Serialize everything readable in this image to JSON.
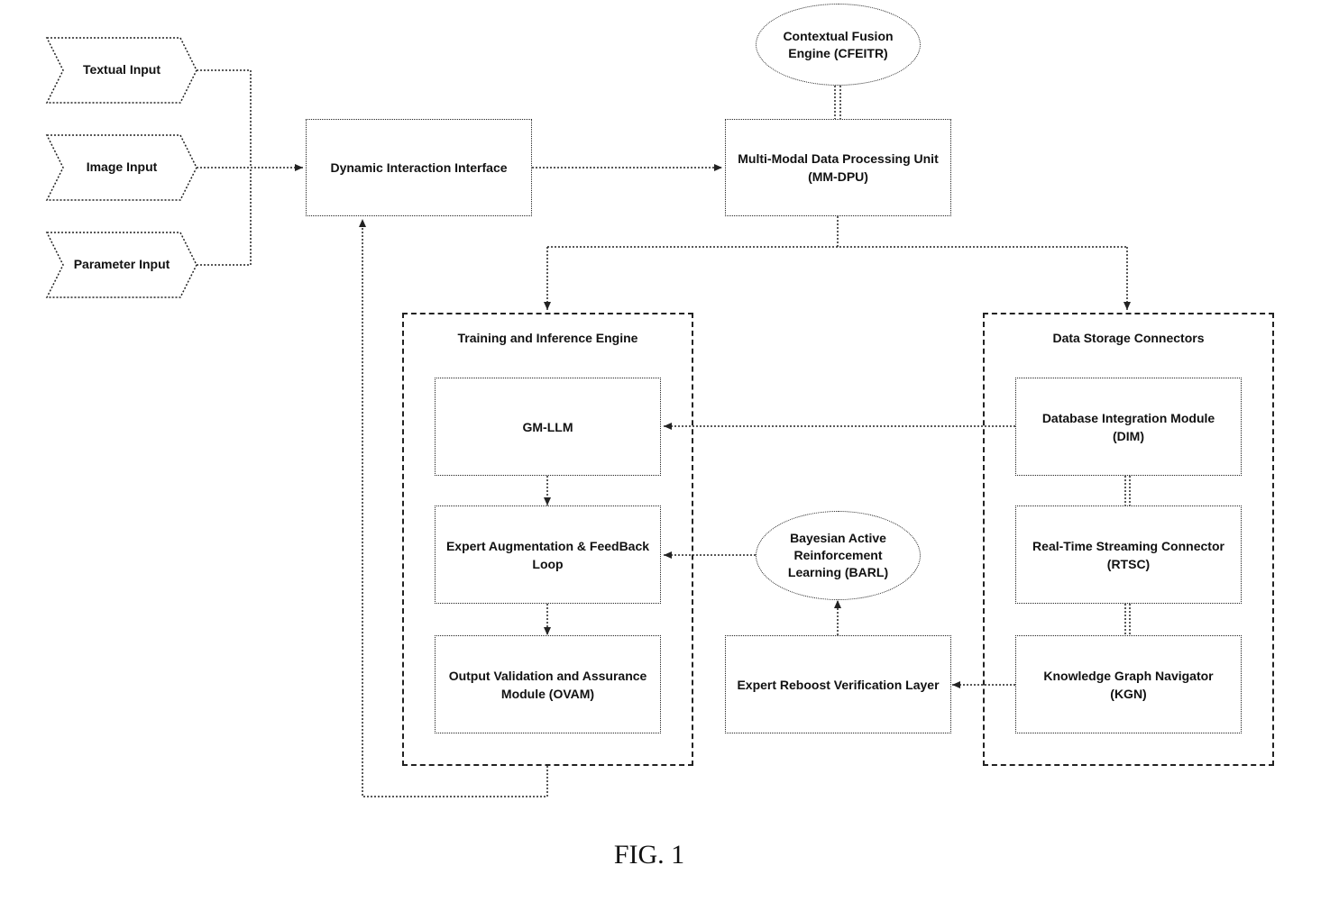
{
  "inputs": {
    "textual": "Textual Input",
    "image": "Image Input",
    "parameter": "Parameter Input"
  },
  "nodes": {
    "dii": "Dynamic Interaction Interface",
    "mmdpu": "Multi-Modal Data Processing Unit (MM-DPU)",
    "cfeitr": "Contextual Fusion Engine (CFEITR)",
    "gm_llm": "GM-LLM",
    "eafl": "Expert Augmentation & FeedBack Loop",
    "ovam": "Output Validation and Assurance Module (OVAM)",
    "barl": "Bayesian Active Reinforcement Learning (BARL)",
    "erv": "Expert Reboost Verification Layer",
    "dim": "Database Integration Module (DIM)",
    "rtsc": "Real-Time Streaming Connector (RTSC)",
    "kgn": "Knowledge Graph Navigator (KGN)"
  },
  "containers": {
    "training": "Training and Inference Engine",
    "storage": "Data Storage Connectors"
  },
  "figure_label": "FIG. 1"
}
